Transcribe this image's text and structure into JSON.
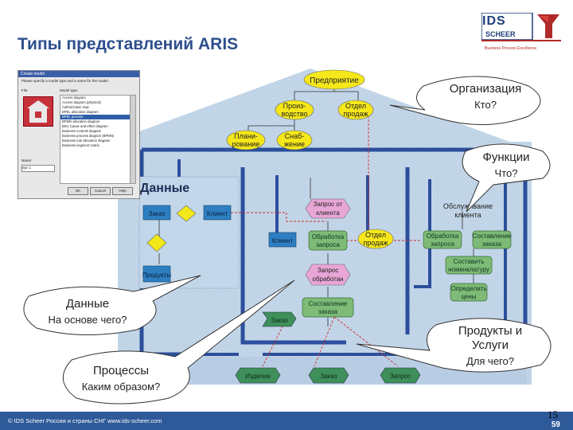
{
  "slide": {
    "title": "Типы представлений ARIS",
    "logo": {
      "name": "IDS",
      "sub": "SCHEER",
      "tagline": "Business Process Excellence"
    },
    "footer": "© IDS Scheer Россия и страны СНГ    www.ids-scheer.com",
    "slide_number": "59",
    "page_number": "15"
  },
  "dialog": {
    "title": "Create model",
    "prompt": "Please specify a model type and a name for the model.",
    "file_label": "File:",
    "model_type_label": "Model type:",
    "items": [
      "Access diagram",
      "Access diagram (physical)",
      "Authorization map",
      "BPEL allocation diagram",
      "BPEL process",
      "BPMN allocation diagram",
      "BSC Cause and effect diagram",
      "Business controls diagram",
      "Business process diagram (BPMN)",
      "Business rule allocation diagram",
      "Business segment matrix"
    ],
    "selected_index": 4,
    "name_label": "Name:",
    "name_value": "epc 1",
    "ok": "OK",
    "cancel": "Cancel",
    "help": "Help"
  },
  "house": {
    "org_nodes": {
      "enterprise": "Предприятие",
      "production": [
        "Произ-",
        "водство"
      ],
      "sales_dept_top": [
        "Отдел",
        "продаж"
      ],
      "planning": [
        "Плани-",
        "рование"
      ],
      "supply": [
        "Снаб-",
        "жение"
      ],
      "sales_dept_mid": [
        "Отдел",
        "продаж"
      ]
    },
    "data_title": "Данные",
    "data_nodes": {
      "order": "Заказ",
      "client_left": "Клиент",
      "client_mid": "Клиент",
      "products": "Продукты"
    },
    "process_nodes": {
      "client_request": [
        "Запрос от",
        "клиента"
      ],
      "process_request": [
        "Обработка",
        "запроса"
      ],
      "request_processed": [
        "Запрос",
        "обработан"
      ],
      "order_creation": [
        "Составление",
        "заказа"
      ],
      "order_event": "Заказ"
    },
    "function_nodes": {
      "customer_service": [
        "Обслуживание",
        "клиента"
      ],
      "process_request": [
        "Обработка",
        "запроса"
      ],
      "order_creation": [
        "Составление",
        "заказа"
      ],
      "purchasing_list": [
        "Составить",
        "номенклатуру"
      ],
      "determine_price": [
        "Определить",
        "цены"
      ]
    },
    "output_nodes": {
      "product": "Изделие",
      "order": "Заказ",
      "request": "Запрос"
    }
  },
  "callouts": {
    "organization": {
      "title": "Организация",
      "question": "Кто?"
    },
    "functions": {
      "title": "Функции",
      "question": "Что?"
    },
    "data": {
      "title": "Данные",
      "question": "На основе чего?"
    },
    "products": {
      "title": [
        "Продукты и",
        "Услуги"
      ],
      "question": "Для чего?"
    },
    "processes": {
      "title": "Процессы",
      "question": "Каким образом?"
    }
  },
  "colors": {
    "house_fill": "#b9cfe4",
    "house_border": "#2b4f9c",
    "org_yellow": "#f5e71a",
    "data_blue": "#2d7fc1",
    "data_diamond": "#f2e81a",
    "event_pink": "#e8a6d6",
    "func_green": "#7dbb76",
    "output_green": "#3f8f5a",
    "link_red": "#d42a2a"
  }
}
